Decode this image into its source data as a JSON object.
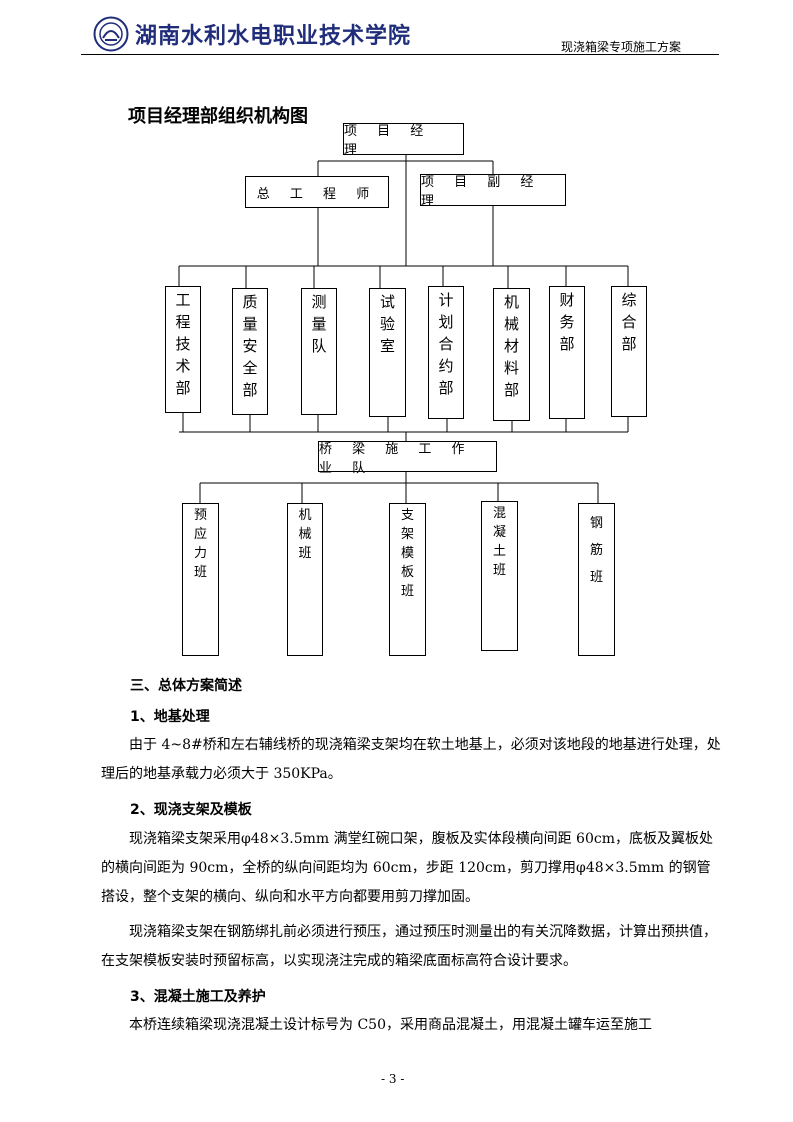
{
  "header": {
    "school_name": "湖南水利水电职业技术学院",
    "doc_title": "现浇箱梁专项施工方案"
  },
  "org_chart": {
    "title": "项目经理部组织机构图",
    "root": "项 目 经 理",
    "level2": [
      "总 工 程 师",
      "项 目 副 经 理"
    ],
    "departments": [
      [
        "工",
        "程",
        "技",
        "术",
        "部"
      ],
      [
        "质",
        "量",
        "安",
        "全",
        "部"
      ],
      [
        "测",
        "量",
        "队"
      ],
      [
        "试",
        "验",
        "室"
      ],
      [
        "计",
        "划",
        "合",
        "约",
        "部"
      ],
      [
        "机",
        "械",
        "材",
        "料",
        "部"
      ],
      [
        "财",
        "务",
        "部"
      ],
      [
        "综",
        "合",
        "部"
      ]
    ],
    "team": "桥 梁 施 工 作 业 队",
    "crews": [
      [
        "预",
        "应",
        "力",
        "班"
      ],
      [
        "机",
        "械",
        "班"
      ],
      [
        "支",
        "架",
        "模",
        "板",
        "班"
      ],
      [
        "混",
        "凝",
        "土",
        "班"
      ],
      [
        "钢",
        "筋",
        "班"
      ]
    ]
  },
  "section": {
    "heading": "三、总体方案简述",
    "sub1": "1、地基处理",
    "p1": "由于 4~8#桥和左右辅线桥的现浇箱梁支架均在软土地基上，必须对该地段的地基进行处理，处理后的地基承载力必须大于 350KPa。",
    "sub2": "2、现浇支架及模板",
    "p2": "现浇箱梁支架采用φ48×3.5mm 满堂红碗口架，腹板及实体段横向间距 60cm，底板及翼板处的横向间距为 90cm，全桥的纵向间距均为 60cm，步距 120cm，剪刀撑用φ48×3.5mm 的钢管搭设，整个支架的横向、纵向和水平方向都要用剪刀撑加固。",
    "p3": "现浇箱梁支架在钢筋绑扎前必须进行预压，通过预压时测量出的有关沉降数据，计算出预拱值，在支架模板安装时预留标高，以实现浇注完成的箱梁底面标高符合设计要求。",
    "sub3": "3、混凝土施工及养护",
    "p4": "本桥连续箱梁现浇混凝土设计标号为 C50，采用商品混凝土，用混凝土罐车运至施工"
  },
  "footer": {
    "page": "- 3 -"
  }
}
